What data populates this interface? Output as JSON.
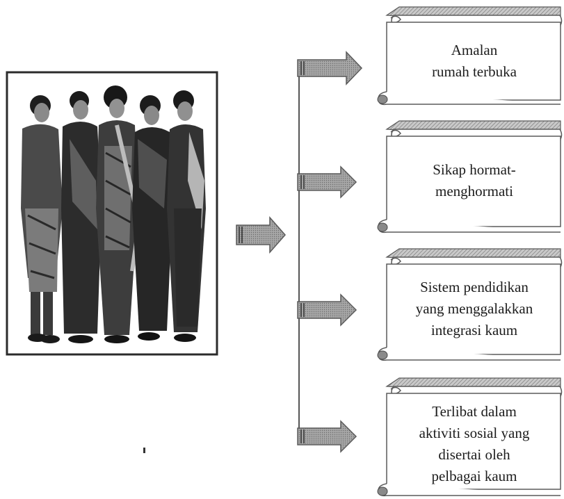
{
  "photo": {
    "subject": "five women in traditional dress"
  },
  "scrolls": [
    {
      "lines": [
        "Amalan",
        "rumah terbuka"
      ]
    },
    {
      "lines": [
        "Sikap hormat-",
        "menghormati"
      ]
    },
    {
      "lines": [
        "Sistem pendidikan",
        "yang menggalakkan",
        "integrasi kaum"
      ]
    },
    {
      "lines": [
        "Terlibat dalam",
        "aktiviti sosial yang",
        "disertai oleh",
        "pelbagai kaum"
      ]
    }
  ],
  "colors": {
    "ink": "#1c1c1c",
    "arrow": "#9a9a9a",
    "scroll_edge": "#5a5a5a",
    "photo_frame": "#2b2b2b"
  }
}
